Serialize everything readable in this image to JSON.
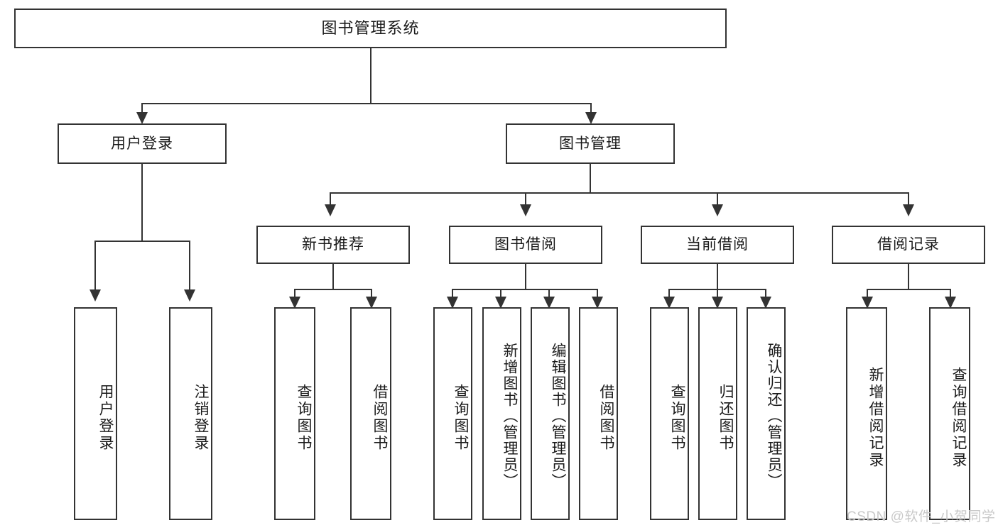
{
  "diagram": {
    "title": "图书管理系统",
    "type": "tree-hierarchy-diagram",
    "colors": {
      "stroke": "#333333",
      "fill": "#ffffff",
      "text": "#1a1a1a",
      "watermark": "#c9c9c9"
    },
    "levels": {
      "root": {
        "label": "图书管理系统"
      },
      "level2": [
        {
          "label": "用户登录"
        },
        {
          "label": "图书管理"
        }
      ],
      "level3": [
        {
          "label": "新书推荐"
        },
        {
          "label": "图书借阅"
        },
        {
          "label": "当前借阅"
        },
        {
          "label": "借阅记录"
        }
      ],
      "leaves": {
        "user_login": [
          {
            "label": "用户登录"
          },
          {
            "label": "注销登录"
          }
        ],
        "new_book_recommend": [
          {
            "label": "查询图书"
          },
          {
            "label": "借阅图书"
          }
        ],
        "book_borrow": [
          {
            "label": "查询图书"
          },
          {
            "label": "新增图书（管理员）"
          },
          {
            "label": "编辑图书（管理员）"
          },
          {
            "label": "借阅图书"
          }
        ],
        "current_borrow": [
          {
            "label": "查询图书"
          },
          {
            "label": "归还图书"
          },
          {
            "label": "确认归还（管理员）"
          }
        ],
        "borrow_record": [
          {
            "label": "新增借阅记录"
          },
          {
            "label": "查询借阅记录"
          }
        ]
      }
    }
  },
  "watermark": {
    "text": "CSDN @软件_小贺同学"
  }
}
